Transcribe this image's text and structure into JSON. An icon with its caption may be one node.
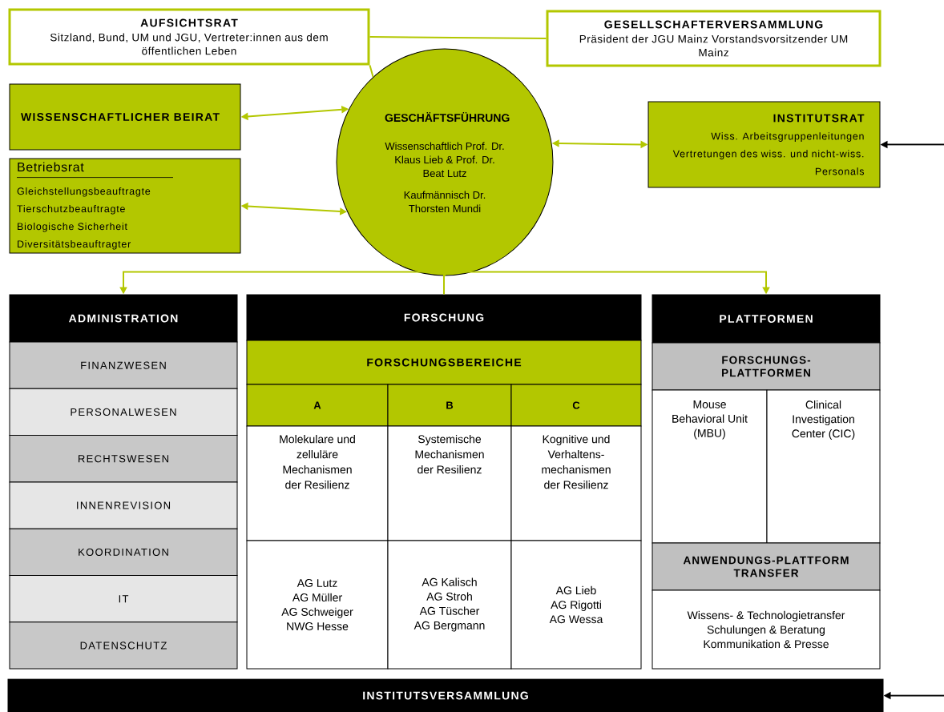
{
  "diagram": {
    "nodes": [
      {
        "text": [
          "AUFSICHTSRAT",
          "Sitzland, Bund, UM und JGU, Vertreter:innen aus dem öffentlichen Leben"
        ]
      },
      {
        "text": [
          "GESELLSCHAFTERVERSAMMLUNG",
          "Präsident der JGU Mainz Vorstandsvorsitzender UM Mainz"
        ]
      },
      {
        "text": [
          "WISSENSCHAFTLICHER BEIRAT"
        ]
      },
      {
        "text": [
          "Betriebsrat",
          "Gleichstellungsbeauftragte",
          "Tierschutzbeauftragte",
          "Biologische Sicherheit",
          "Diversitätsbeauftragter"
        ]
      },
      {
        "text": [
          "GESCHÄFTSFÜHRUNG",
          "Wissenschaftlich Prof. Dr. Klaus Lieb & Prof. Dr. Beat Lutz",
          "Kaufmännisch Dr. Thorsten Mundi"
        ]
      },
      {
        "text": [
          "INSTITUTSRAT",
          "Wiss. Arbeitsgruppenleitungen Vertretungen des wiss. und nicht-wiss. Personals"
        ]
      },
      {
        "text": [
          "ADMINISTRATION"
        ]
      },
      {
        "text": [
          "FINANZWESEN"
        ]
      },
      {
        "text": [
          "PERSONALWESEN"
        ]
      },
      {
        "text": [
          "RECHTSWESEN"
        ]
      },
      {
        "text": [
          "INNENREVISION"
        ]
      },
      {
        "text": [
          "KOORDINATION"
        ]
      },
      {
        "text": [
          "IT"
        ]
      },
      {
        "text": [
          "DATENSCHUTZ"
        ]
      },
      {
        "text": [
          "FORSCHUNG"
        ]
      },
      {
        "text": [
          "FORSCHUNGSBEREICHE"
        ]
      },
      {
        "text": [
          "A"
        ]
      },
      {
        "text": [
          "B"
        ]
      },
      {
        "text": [
          "C"
        ]
      },
      {
        "text": [
          "Molekulare und zelluläre Mechanismen der Resilienz"
        ]
      },
      {
        "text": [
          "Systemische Mechanismen der Resilienz"
        ]
      },
      {
        "text": [
          "Kognitive und Verhaltens-mechanismen der Resilienz"
        ]
      },
      {
        "text": [
          "AG Lutz",
          "AG Müller",
          "AG Schweiger",
          "NWG Hesse"
        ]
      },
      {
        "text": [
          "AG Kalisch",
          "AG Stroh",
          "AG Tüscher",
          "AG Bergmann"
        ]
      },
      {
        "text": [
          "AG Lieb",
          "AG Rigotti",
          "AG Wessa"
        ]
      },
      {
        "text": [
          "PLATTFORMEN"
        ]
      },
      {
        "text": [
          "FORSCHUNGS-PLATTFORMEN"
        ]
      },
      {
        "text": [
          "Mouse Behavioral Unit (MBU)"
        ]
      },
      {
        "text": [
          "Clinical Investigation Center (CIC)"
        ]
      },
      {
        "text": [
          "ANWENDUNGS-PLATTFORM TRANSFER"
        ]
      },
      {
        "text": [
          "Wissens- & Technologietransfer",
          "Schulungen & Beratung",
          "Kommunikation & Presse"
        ]
      },
      {
        "text": [
          "INSTITUTSVERSAMMLUNG"
        ]
      }
    ],
    "edges": [
      {
        "from": 0,
        "to": 1,
        "arrow": "none"
      },
      {
        "from": 0,
        "to": 4,
        "arrow": "none"
      },
      {
        "from": 2,
        "to": 4,
        "arrow": "both"
      },
      {
        "from": 3,
        "to": 4,
        "arrow": "both"
      },
      {
        "from": 4,
        "to": 5,
        "arrow": "both"
      },
      {
        "from": null,
        "to": 5,
        "arrow": "to",
        "color": "#000000"
      },
      {
        "from": 4,
        "to": 6,
        "arrow": "to"
      },
      {
        "from": 4,
        "to": 14,
        "arrow": "none"
      },
      {
        "from": 4,
        "to": 25,
        "arrow": "to"
      },
      {
        "from": null,
        "to": 31,
        "arrow": "to",
        "color": "#000000"
      }
    ]
  }
}
